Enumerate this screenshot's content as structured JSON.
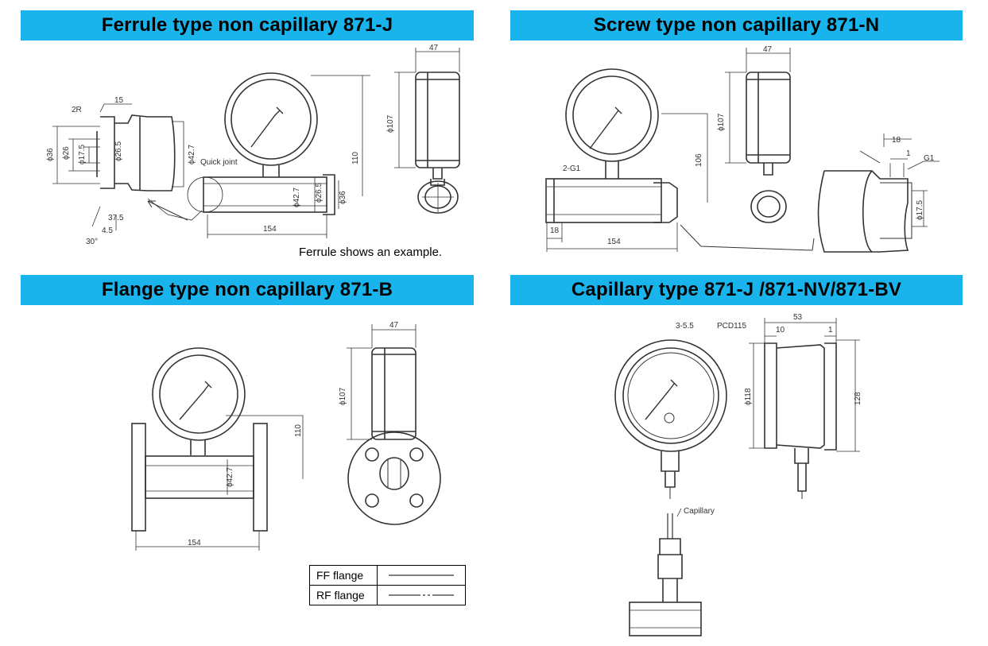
{
  "panels": [
    {
      "title": "Ferrule type non capillary 871-J",
      "labels": {
        "quick_joint": "Quick joint",
        "dim_154": "154",
        "dim_110": "110",
        "dim_107": "ϕ107",
        "dim_47": "47",
        "dim_15": "15",
        "dim_2r": "2R",
        "dim_36": "ϕ36",
        "dim_26": "ϕ26",
        "dim_175": "ϕ17.5",
        "dim_265": "ϕ26.5",
        "dim_427": "ϕ42.7",
        "dim_265b": "ϕ26.5",
        "dim_36b": "ϕ36",
        "dim_427b": "ϕ42.7",
        "dim_375": "37.5",
        "dim_45": "4.5",
        "dim_30": "30°"
      },
      "note": "Ferrule shows an example."
    },
    {
      "title": "Screw type non capillary 871-N",
      "labels": {
        "dim_47": "47",
        "dim_107": "ϕ107",
        "dim_106": "106",
        "dim_2g1": "2-G1",
        "dim_18": "18",
        "dim_154": "154",
        "dim_18b": "18",
        "dim_1": "1",
        "dim_g1": "G1",
        "dim_175": "ϕ17.5"
      }
    },
    {
      "title": "Flange type non capillary 871-B",
      "labels": {
        "dim_47": "47",
        "dim_107": "ϕ107",
        "dim_110": "110",
        "dim_427": "ϕ42.7",
        "dim_154": "154"
      },
      "legend": [
        {
          "label": "FF flange",
          "style": "solid"
        },
        {
          "label": "RF flange",
          "style": "dashed"
        }
      ]
    },
    {
      "title": "Capillary type 871-J /871-NV/871-BV",
      "labels": {
        "dim_355": "3-5.5",
        "dim_pcd": "PCD115",
        "dim_53": "53",
        "dim_10": "10",
        "dim_1": "1",
        "dim_118": "ϕ118",
        "dim_128": "128",
        "capillary": "Capillary"
      }
    }
  ],
  "colors": {
    "header_bg": "#1ab4ec",
    "line": "#333333"
  }
}
